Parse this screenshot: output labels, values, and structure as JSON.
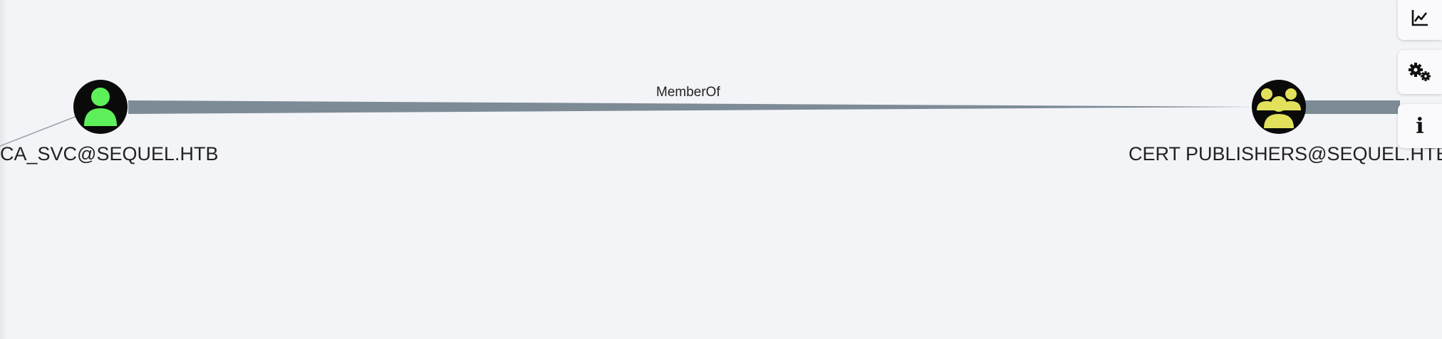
{
  "graph": {
    "nodes": [
      {
        "id": "user",
        "label": "CA_SVC@SEQUEL.HTB",
        "kind": "user",
        "icon": "user-icon",
        "icon_color": "#5ef05a"
      },
      {
        "id": "group",
        "label": "CERT PUBLISHERS@SEQUEL.HTB",
        "kind": "group",
        "icon": "group-icon",
        "icon_color": "#e3e15b"
      }
    ],
    "edges": [
      {
        "from": "user",
        "to": "group",
        "label": "MemberOf",
        "color": "#7d8b96"
      }
    ]
  },
  "toolbar": {
    "buttons": [
      {
        "name": "graph-stats-button",
        "icon": "line-chart-icon"
      },
      {
        "name": "settings-button",
        "icon": "gears-icon"
      },
      {
        "name": "node-info-button",
        "icon": "info-icon",
        "glyph": "i"
      }
    ]
  },
  "colors": {
    "background": "#f3f4f8",
    "node_fill": "#0a0a0a",
    "edge": "#7d8b96"
  }
}
